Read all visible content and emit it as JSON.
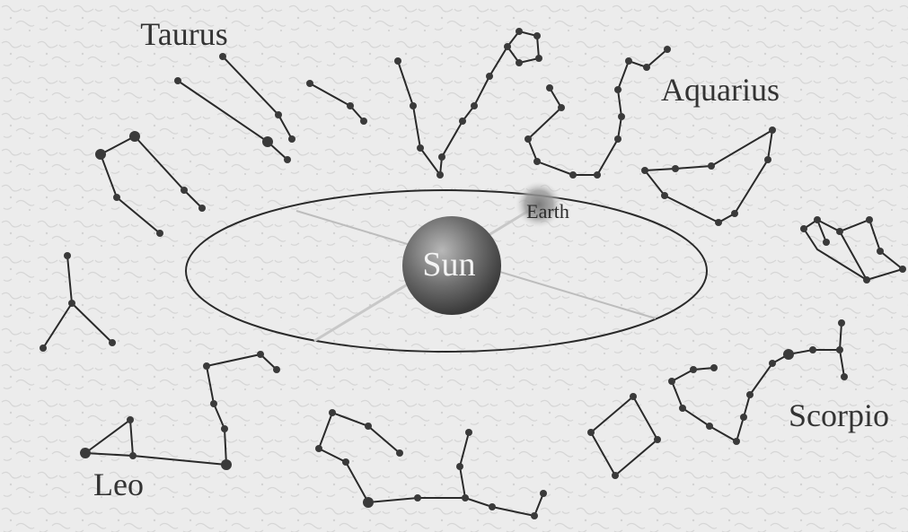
{
  "labels": {
    "taurus": "Taurus",
    "aquarius": "Aquarius",
    "scorpio": "Scorpio",
    "leo": "Leo",
    "sun": "Sun",
    "earth": "Earth"
  },
  "colors": {
    "background": "#ececec",
    "ink": "#2a2a2a",
    "sun": "#7a7a7a"
  }
}
